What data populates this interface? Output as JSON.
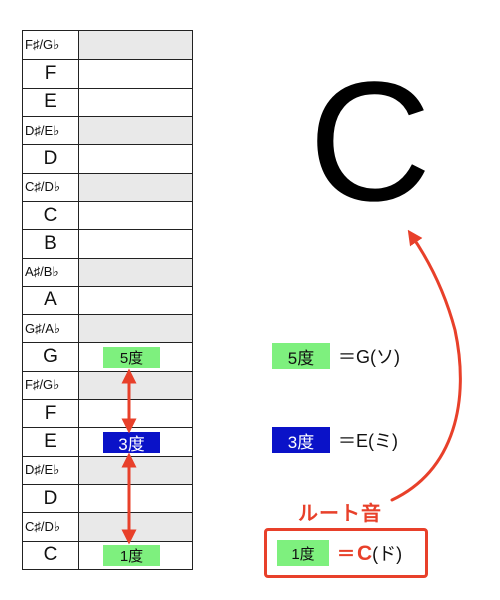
{
  "notes": [
    {
      "name": "F♯/G♭",
      "accidental": true
    },
    {
      "name": "F",
      "accidental": false
    },
    {
      "name": "E",
      "accidental": false
    },
    {
      "name": "D♯/E♭",
      "accidental": true
    },
    {
      "name": "D",
      "accidental": false
    },
    {
      "name": "C♯/D♭",
      "accidental": true
    },
    {
      "name": "C",
      "accidental": false
    },
    {
      "name": "B",
      "accidental": false
    },
    {
      "name": "A♯/B♭",
      "accidental": true
    },
    {
      "name": "A",
      "accidental": false
    },
    {
      "name": "G♯/A♭",
      "accidental": true
    },
    {
      "name": "G",
      "accidental": false,
      "degree": "5度",
      "color": "green"
    },
    {
      "name": "F♯/G♭",
      "accidental": true
    },
    {
      "name": "F",
      "accidental": false
    },
    {
      "name": "E",
      "accidental": false,
      "degree": "3度",
      "color": "blue"
    },
    {
      "name": "D♯/E♭",
      "accidental": true
    },
    {
      "name": "D",
      "accidental": false
    },
    {
      "name": "C♯/D♭",
      "accidental": true
    },
    {
      "name": "C",
      "accidental": false,
      "degree": "1度",
      "color": "green"
    }
  ],
  "chord": "C",
  "legend": {
    "fifth": {
      "badge": "5度",
      "text": "＝G(ソ)"
    },
    "third": {
      "badge": "3度",
      "text": "＝E(ミ)"
    },
    "root": {
      "badge": "1度",
      "eq": "＝",
      "note": "C",
      "kana": "(ド)"
    }
  },
  "root_label": "ルート音",
  "colors": {
    "green": "#7ef07e",
    "blue": "#0a12c8",
    "red": "#e8402a",
    "sharp_row": "#e9e9e9"
  }
}
